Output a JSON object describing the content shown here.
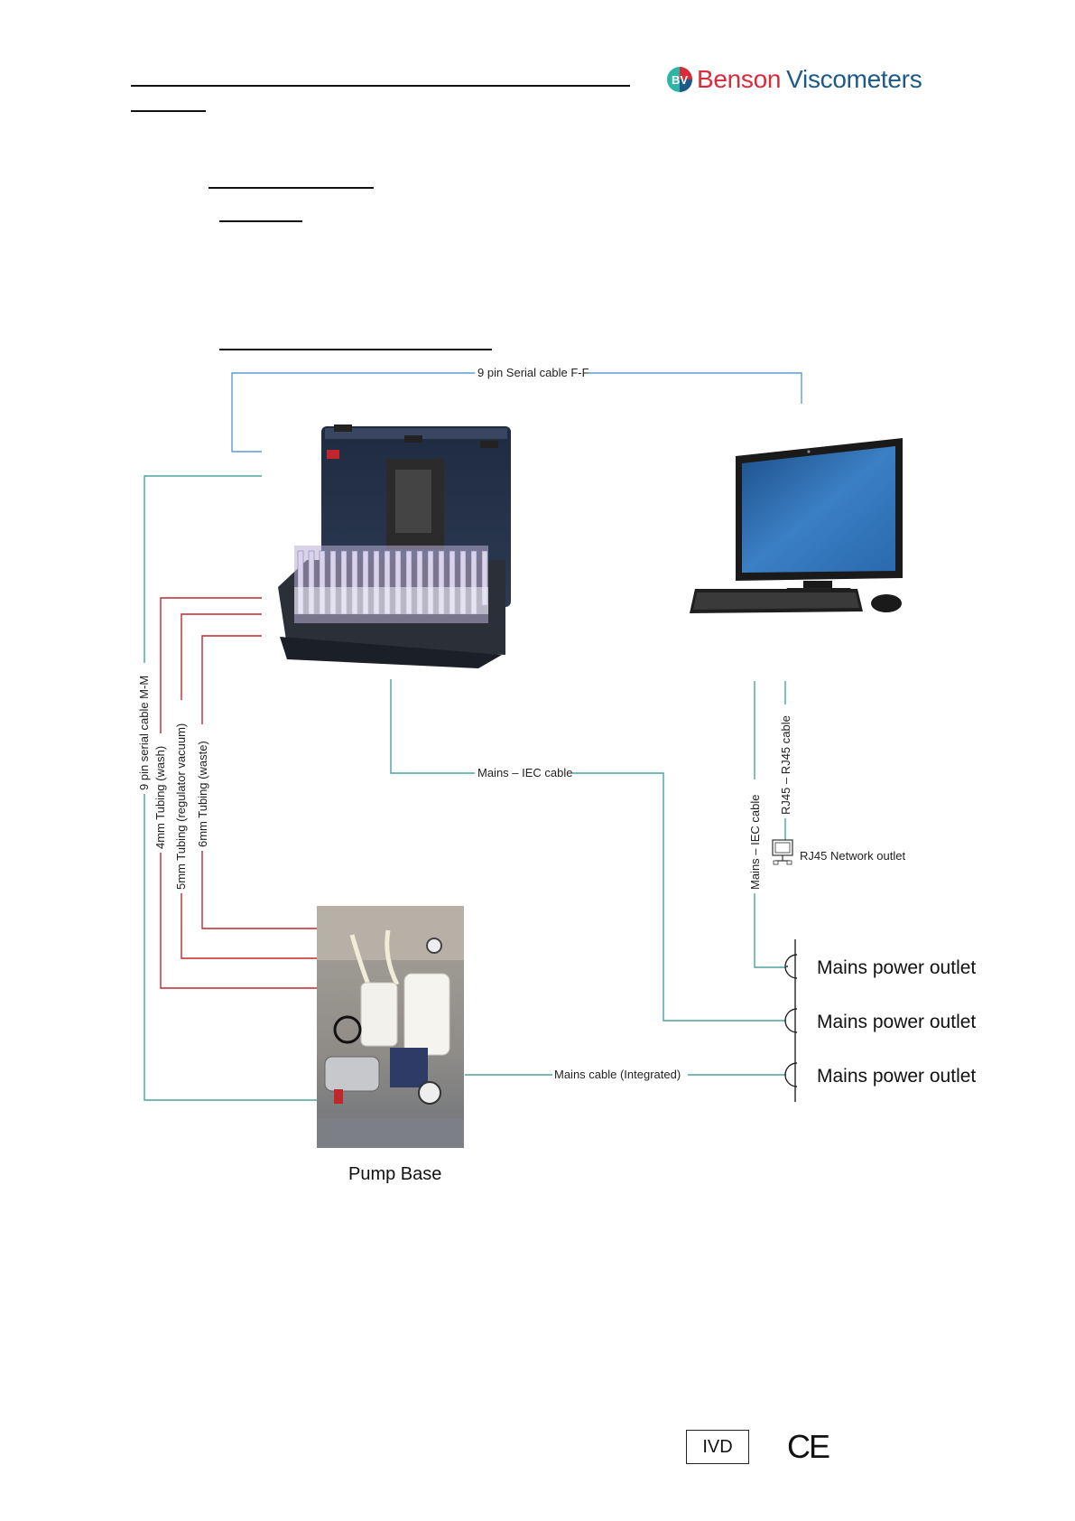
{
  "header": {
    "brand_name_1": "Benson",
    "brand_name_2": "Viscometers",
    "brand_mark": "BV",
    "colors": {
      "red": "#d92b3a",
      "blue": "#1e5a87",
      "teal": "#2ab5a5"
    }
  },
  "diagram": {
    "cable_serial_ff": "9 pin Serial cable F-F",
    "cable_serial_mm": "9 pin serial cable M-M",
    "tubing_wash": "4mm Tubing (wash)",
    "tubing_vacuum": "5mm Tubing (regulator vacuum)",
    "tubing_waste": "6mm Tubing (waste)",
    "cable_mains_iec": "Mains – IEC cable",
    "cable_mains_iec_pc": "Mains – IEC cable",
    "cable_rj45": "RJ45 – RJ45 cable",
    "network_outlet": "RJ45 Network outlet",
    "cable_mains_integrated": "Mains cable (Integrated)",
    "outlet_1": "Mains power outlet",
    "outlet_2": "Mains power outlet",
    "outlet_3": "Mains power outlet",
    "pump_label": "Pump Base",
    "line_colors": {
      "blue_line": "#5b9bd5",
      "teal_line": "#4aa3a0",
      "red_line": "#c0272d"
    },
    "icons": [
      "autosampler-instrument-image",
      "all-in-one-computer-image",
      "pump-base-image",
      "network-outlet-icon",
      "power-outlet-icon"
    ]
  },
  "footer": {
    "ivd_mark": "IVD",
    "ce_mark": "CE"
  }
}
